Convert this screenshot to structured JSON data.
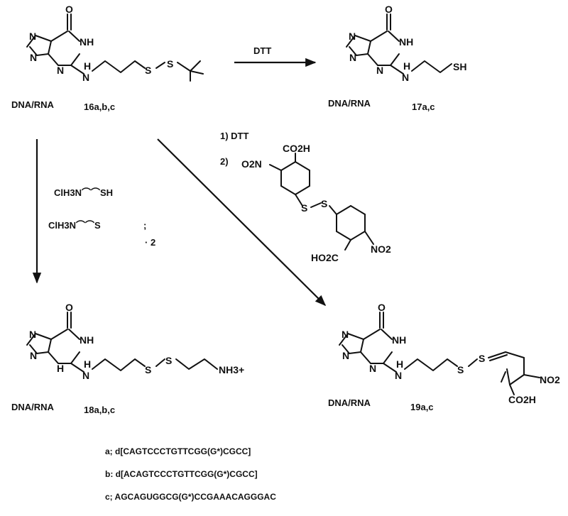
{
  "labels": {
    "dna_rna": "DNA/RNA",
    "cmpd_16": "16a,b,c",
    "cmpd_17": "17a,c",
    "cmpd_18": "18a,b,c",
    "cmpd_19": "19a,c"
  },
  "reagents": {
    "dtt": "DTT",
    "step1": "1) DTT",
    "step2": "2)",
    "reagent_thiol": "ClH3N⌒⌒SH",
    "reagent_disulfide": "ClH3N⌒⌒S",
    "reagent_times2": "· 2"
  },
  "atoms": {
    "O": "O",
    "N": "N",
    "H": "H",
    "NH": "NH",
    "S": "S",
    "SH": "SH",
    "NH3": "NH3+",
    "CO2H": "CO2H",
    "HO2C": "HO2C",
    "NO2": "NO2",
    "O2N": "O2N"
  },
  "sequences": [
    "a; d[CAGTCCCTGTTCGG(G*)CGCC]",
    "b: d[ACAGTCCCTGTTCGG(G*)CGCC]",
    "c; AGCAGUGGCG(G*)CCGAAACAGGGAC"
  ]
}
